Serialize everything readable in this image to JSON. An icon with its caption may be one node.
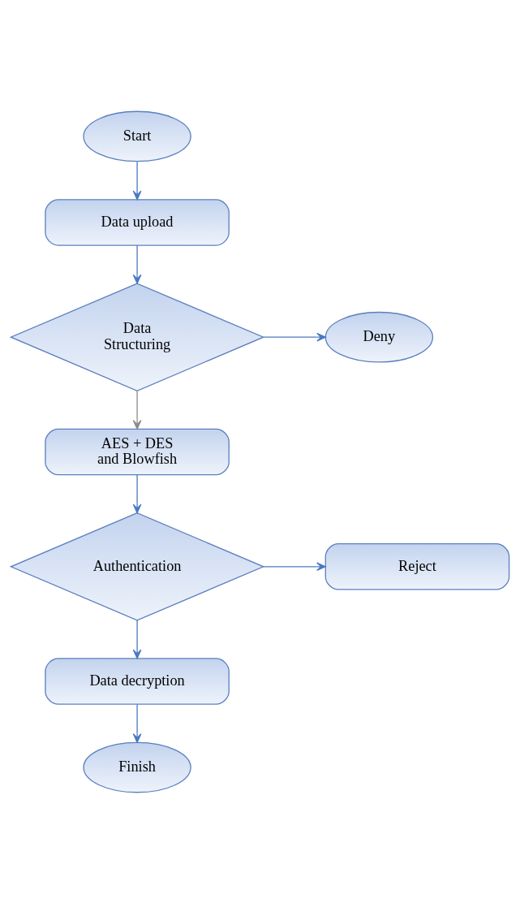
{
  "diagram": {
    "nodes": [
      {
        "text": [
          "Start"
        ]
      },
      {
        "text": [
          "Data upload"
        ]
      },
      {
        "text": [
          "Data Structuring"
        ]
      },
      {
        "text": [
          "Deny"
        ]
      },
      {
        "text": [
          "AES + DES and Blowfish"
        ]
      },
      {
        "text": [
          "Authentication"
        ]
      },
      {
        "text": [
          "Reject"
        ]
      },
      {
        "text": [
          "Data decryption"
        ]
      },
      {
        "text": [
          "Finish"
        ]
      }
    ],
    "edges": [
      {
        "from": 0,
        "to": 1,
        "arrow": "to"
      },
      {
        "from": 1,
        "to": 2,
        "arrow": "to"
      },
      {
        "from": 2,
        "to": 3,
        "arrow": "to"
      },
      {
        "from": 2,
        "to": 4,
        "arrow": "to",
        "color": "#8c8c8c"
      },
      {
        "from": 4,
        "to": 5,
        "arrow": "to"
      },
      {
        "from": 5,
        "to": 6,
        "arrow": "to"
      },
      {
        "from": 5,
        "to": 7,
        "arrow": "to"
      },
      {
        "from": 7,
        "to": 8,
        "arrow": "to"
      }
    ]
  }
}
